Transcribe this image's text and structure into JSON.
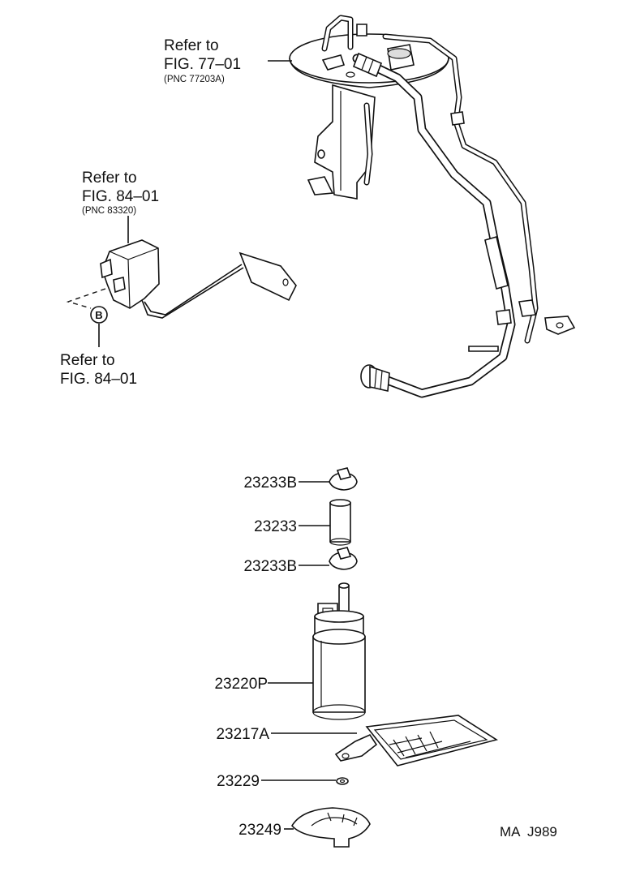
{
  "references": {
    "sender_gauge": {
      "line1": "Refer to",
      "line2": "FIG. 77–01",
      "pnc": "(PNC 77203A)"
    },
    "fuel_sender": {
      "line1": "Refer to",
      "line2": "FIG. 84–01",
      "pnc": "(PNC 83320)"
    },
    "connector_b": {
      "marker": "B",
      "line1": "Refer to",
      "line2": "FIG. 84–01"
    }
  },
  "parts": [
    {
      "id": "clamp-top",
      "number": "23233B"
    },
    {
      "id": "hose",
      "number": "23233"
    },
    {
      "id": "clamp-bottom",
      "number": "23233B"
    },
    {
      "id": "fuel-pump",
      "number": "23220P"
    },
    {
      "id": "filter",
      "number": "23217A"
    },
    {
      "id": "washer",
      "number": "23229"
    },
    {
      "id": "cushion",
      "number": "23249"
    }
  ],
  "figure_code": "MA  J989"
}
